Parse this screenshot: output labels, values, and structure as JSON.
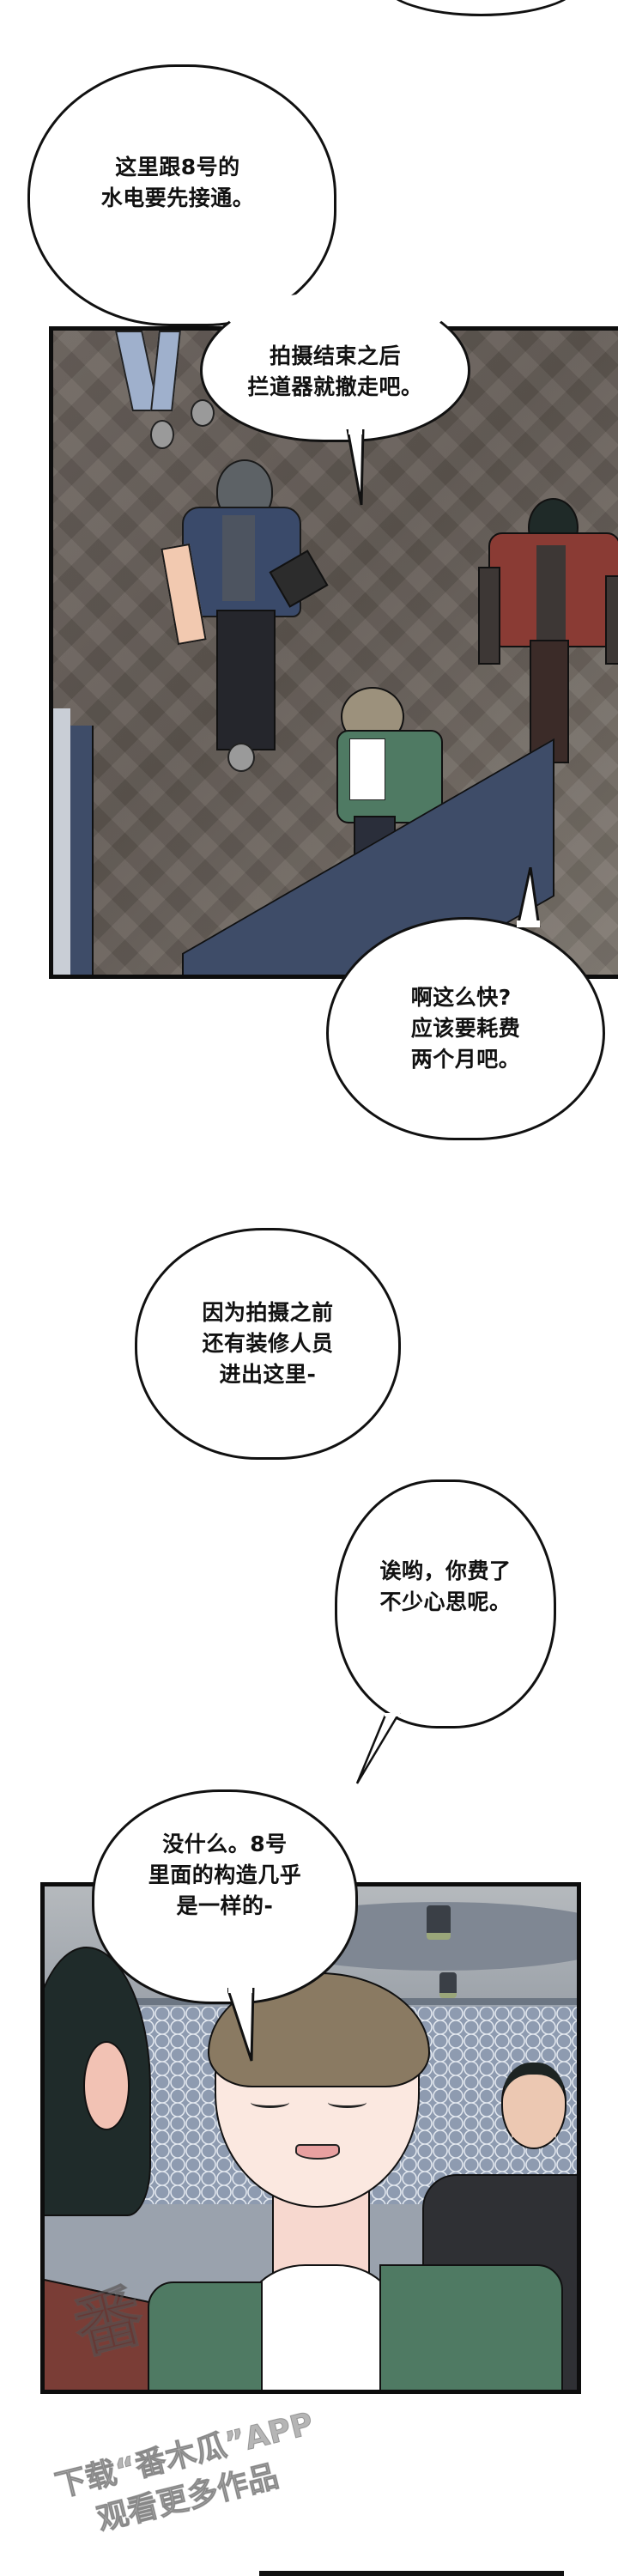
{
  "page": {
    "type": "webtoon-comic-strip",
    "background": "#ffffff"
  },
  "bubbles": [
    {
      "id": "b1",
      "speaker": "offscreen",
      "text": "这里跟8号的\n水电要先接通。"
    },
    {
      "id": "b2",
      "speaker": "camera-man",
      "text": "拍摄结束之后\n拦道器就撤走吧。"
    },
    {
      "id": "b3",
      "speaker": "offscreen",
      "text": "啊这么快?\n应该要耗费\n两个月吧。"
    },
    {
      "id": "b4",
      "speaker": "offscreen",
      "text": "因为拍摄之前\n还有装修人员\n进出这里-"
    },
    {
      "id": "b5",
      "speaker": "offscreen",
      "text": "诶哟，你费了\n不少心思呢。"
    },
    {
      "id": "b6",
      "speaker": "smiling-man",
      "text": "没什么。8号\n里面的构造几乎\n是一样的-"
    }
  ],
  "panels": [
    {
      "id": "panel-1",
      "scene": "overhead view of four men walking across herringbone wood floor",
      "colors": {
        "floor": "#6a625c",
        "vest": "#3a4a6a",
        "red_jacket": "#8a3b34",
        "green_jacket": "#4f7a63"
      }
    },
    {
      "id": "panel-2",
      "scene": "close-up of smiling brown-haired man in green jacket, hexagon tile wall and track lights behind",
      "colors": {
        "wall": "#8e9bb0",
        "hair": "#8a7a62",
        "jacket": "#4f7a63",
        "skin": "#fbe8e0"
      }
    }
  ],
  "watermark": {
    "line1": "下载“番木瓜”APP",
    "line2": "观看更多作品",
    "logo_text": "番"
  }
}
